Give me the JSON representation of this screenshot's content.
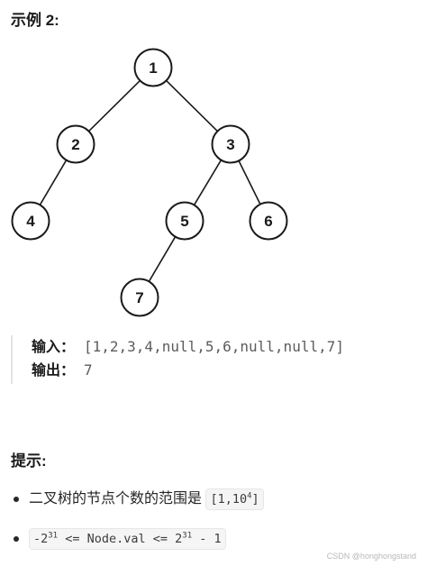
{
  "example": {
    "heading": "示例 2:"
  },
  "tree": {
    "nodes": [
      {
        "id": "1",
        "label": "1"
      },
      {
        "id": "2",
        "label": "2"
      },
      {
        "id": "3",
        "label": "3"
      },
      {
        "id": "4",
        "label": "4"
      },
      {
        "id": "5",
        "label": "5"
      },
      {
        "id": "6",
        "label": "6"
      },
      {
        "id": "7",
        "label": "7"
      }
    ],
    "edges": [
      [
        "1",
        "2"
      ],
      [
        "1",
        "3"
      ],
      [
        "2",
        "4"
      ],
      [
        "3",
        "5"
      ],
      [
        "3",
        "6"
      ],
      [
        "5",
        "7"
      ]
    ]
  },
  "io": {
    "input_label": "输入：",
    "input_value": "[1,2,3,4,null,5,6,null,null,7]",
    "output_label": "输出：",
    "output_value": "7"
  },
  "hints": {
    "heading": "提示:",
    "item1_text": "二叉树的节点个数的范围是",
    "item1_code_prefix": "[1,10",
    "item1_code_sup": "4",
    "item1_code_suffix": "]",
    "item2_code_a": "-2",
    "item2_sup_a": "31",
    "item2_code_b": " <= Node.val <= 2",
    "item2_sup_b": "31",
    "item2_code_c": " - 1"
  },
  "watermark": "CSDN @honghongstand"
}
